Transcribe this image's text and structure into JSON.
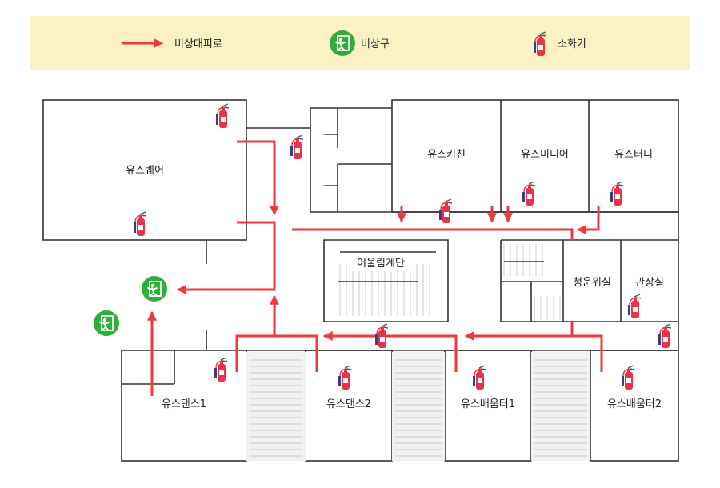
{
  "legend": {
    "evacuation_route": "비상대피로",
    "emergency_exit": "비상구",
    "fire_extinguisher": "소화기"
  },
  "rooms": {
    "youth_square": "유스퀘어",
    "youth_kitchen": "유스키친",
    "youth_media": "유스미디어",
    "youth_study": "유스터디",
    "stairs": "어울림계단",
    "youth_committee": "청운위실",
    "director_office": "관장실",
    "youth_dance_1": "유스댄스1",
    "youth_dance_2": "유스댄스2",
    "youth_learning_1": "유스배움터1",
    "youth_learning_2": "유스배움터2"
  },
  "colors": {
    "legend_bg": "#fcf1c4",
    "route": "#ee3a3a",
    "exit": "#2fae3b",
    "extinguisher": "#e8334a",
    "wall": "#333333"
  },
  "icons": {
    "exit": "emergency-exit-running-man-icon",
    "extinguisher": "fire-extinguisher-icon"
  }
}
